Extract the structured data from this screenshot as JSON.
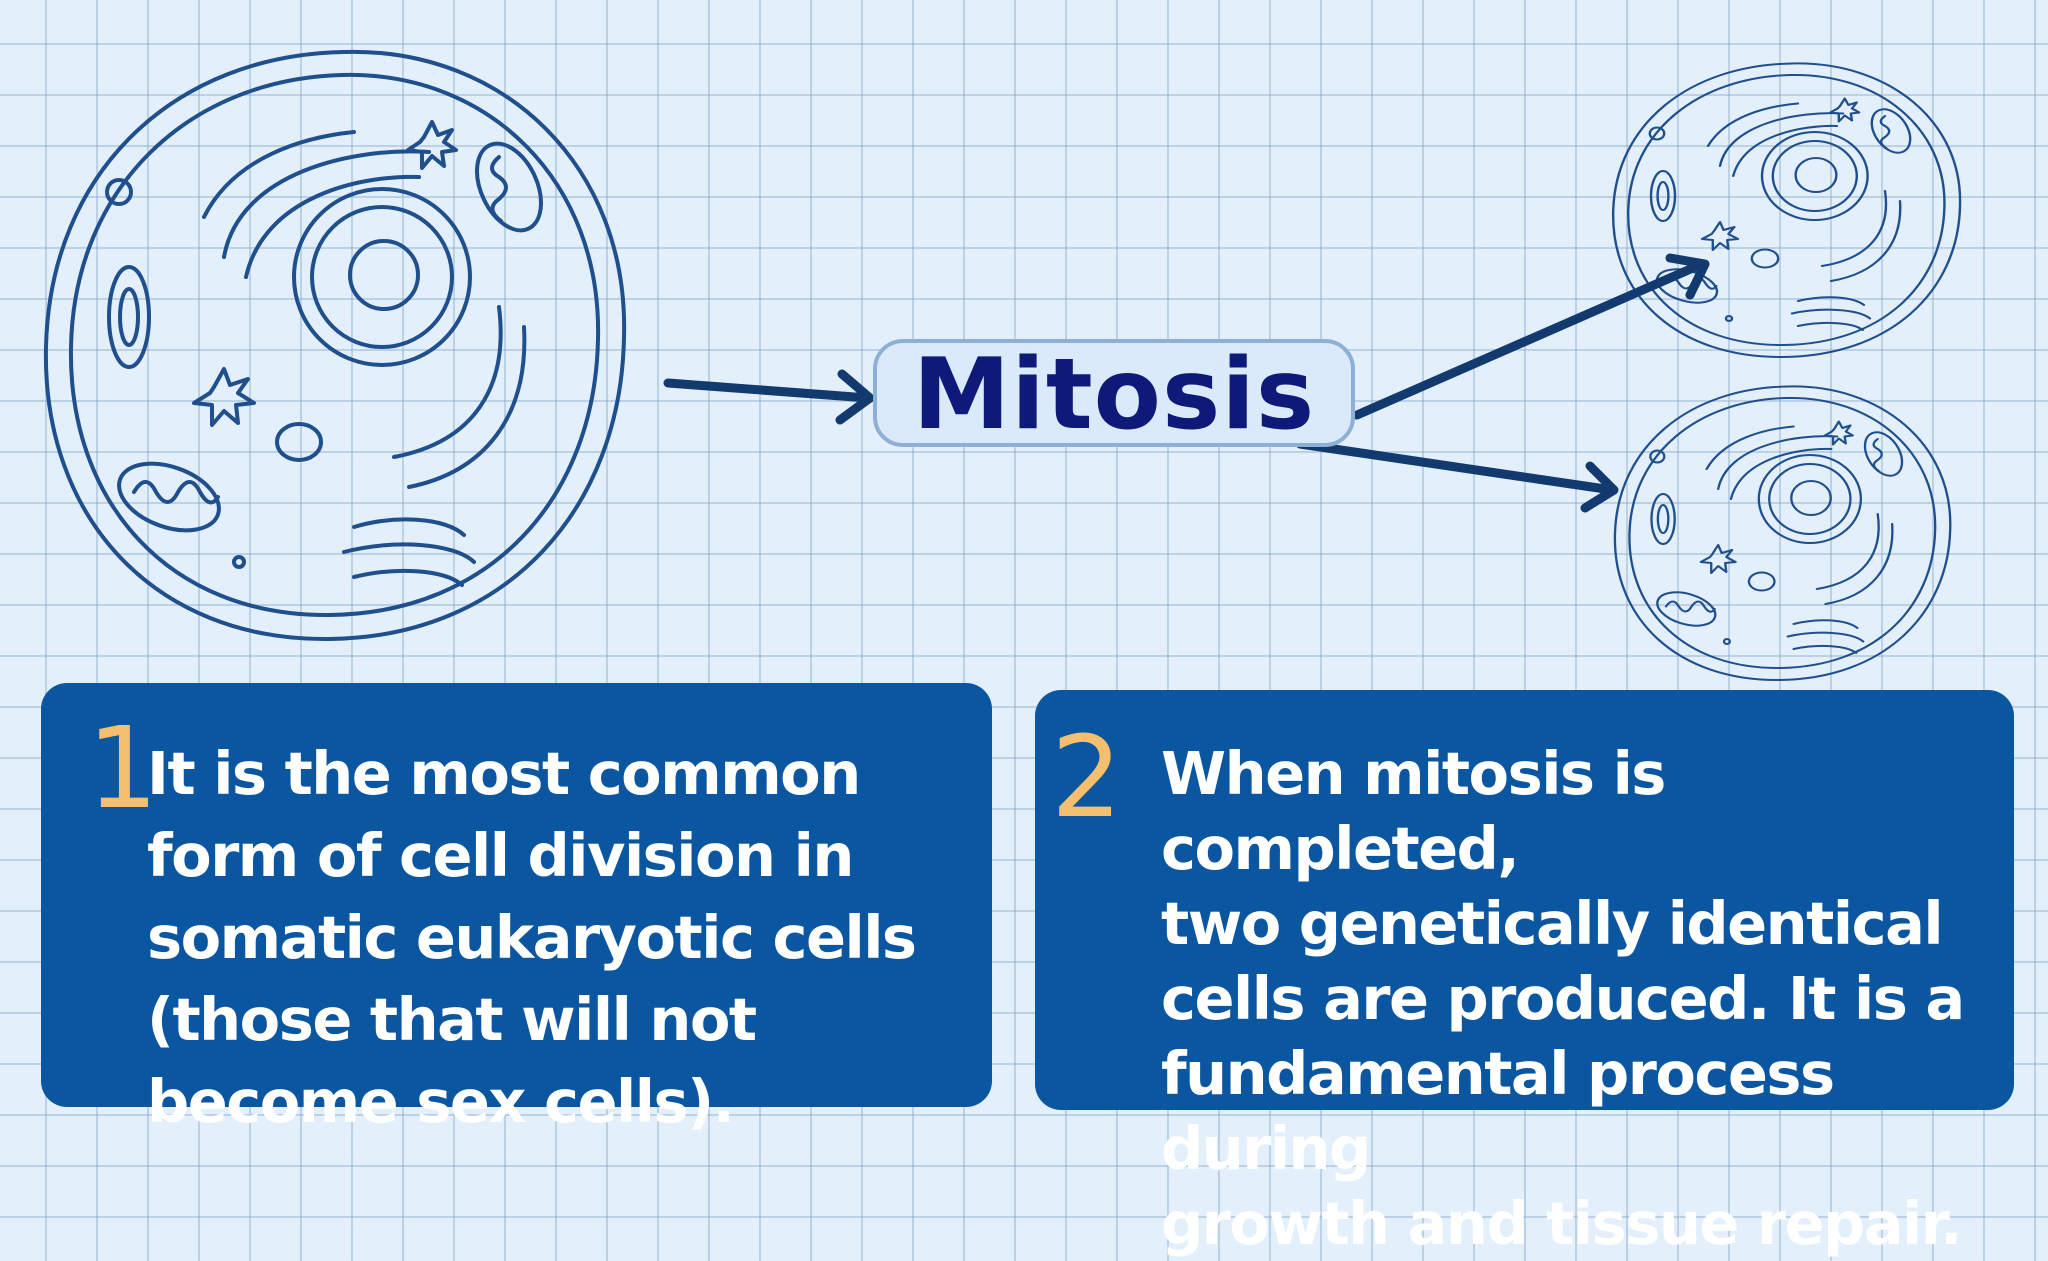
{
  "title": "Mitosis",
  "steps": [
    {
      "number": "1",
      "text": "It is the most common\nform of cell division in\nsomatic eukaryotic cells\n(those that will not\nbecome sex cells)."
    },
    {
      "number": "2",
      "text": "When mitosis is completed,\ntwo genetically identical\ncells are produced. It is a\nfundamental process during\ngrowth and tissue repair."
    }
  ],
  "icons": {
    "parent_cell": "parent-cell-illustration",
    "daughter_cells": "daughter-cell-illustration",
    "arrows": "arrow-icon"
  },
  "colors": {
    "background": "#e3effa",
    "cell_line": "#1f4f8c",
    "arrow": "#123a6e",
    "title_text": "#0d1a7a",
    "card": "#0b56a0",
    "number": "#f4bf6e",
    "card_text": "#ffffff"
  }
}
